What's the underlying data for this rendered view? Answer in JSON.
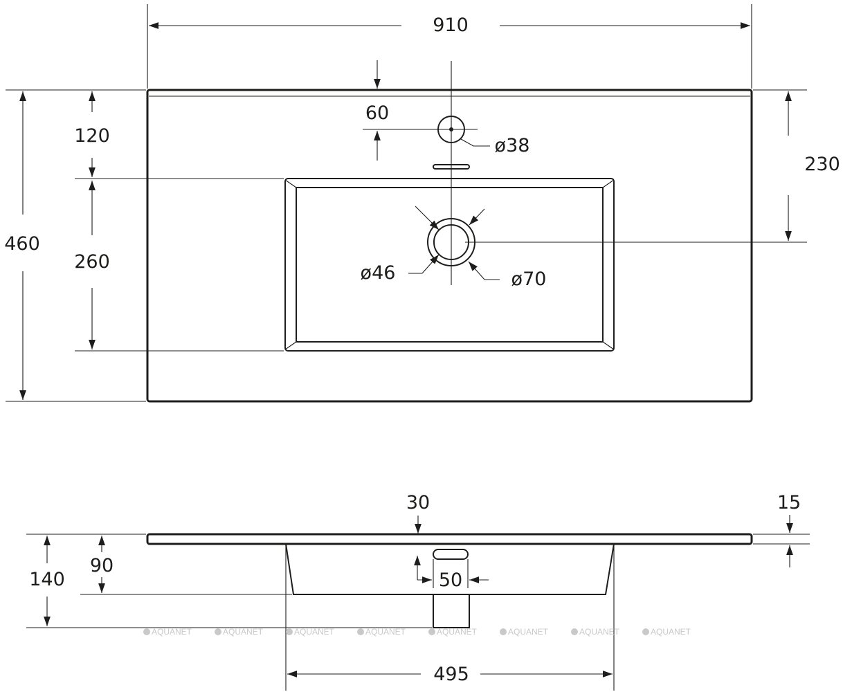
{
  "top_view": {
    "width": "910",
    "depth": "460",
    "tap_hole_offset": "60",
    "front_edge_to_bowl": "120",
    "bowl_depth": "260",
    "drain_center_offset": "230",
    "tap_hole_diameter": "ø38",
    "drain_inner_diameter": "ø46",
    "drain_outer_diameter": "ø70"
  },
  "side_view": {
    "overflow_offset": "30",
    "slab_thickness": "15",
    "total_height": "140",
    "bowl_height": "90",
    "overflow_width": "50",
    "bowl_width": "495"
  },
  "watermark": {
    "brand": "AQUANET",
    "repeats": 8
  }
}
